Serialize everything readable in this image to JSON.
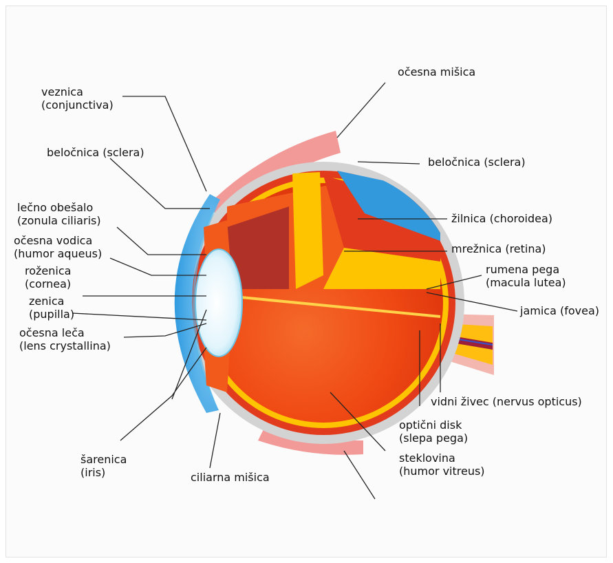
{
  "labels": {
    "conjunctiva": [
      "veznica",
      "(conjunctiva)"
    ],
    "sclera_left": [
      "beločnica (sclera)"
    ],
    "zonula": [
      "lečno obešalo",
      "(zonula ciliaris)"
    ],
    "aqueous": [
      "očesna vodica",
      "(humor aqueus)"
    ],
    "cornea": [
      "roženica",
      "(cornea)"
    ],
    "pupil": [
      "zenica",
      "(pupilla)"
    ],
    "lens": [
      "očesna leča",
      "(lens crystallina)"
    ],
    "iris": [
      "šarenica",
      "(iris)"
    ],
    "ciliary_muscle": [
      "ciliarna mišica"
    ],
    "eye_muscle": [
      "očesna mišica"
    ],
    "sclera_right": [
      "beločnica (sclera)"
    ],
    "choroid": [
      "žilnica (choroidea)"
    ],
    "retina": [
      "mrežnica (retina)"
    ],
    "macula": [
      "rumena pega",
      "(macula lutea)"
    ],
    "fovea": [
      "jamica (fovea)"
    ],
    "optic_nerve": [
      "vidni živec (nervus opticus)"
    ],
    "optic_disc": [
      "optični disk",
      "(slepa pega)"
    ],
    "vitreous": [
      "steklovina",
      "(humor vitreus)"
    ]
  },
  "colors": {
    "sclera": "#d3d3d3",
    "muscle": "#f29a98",
    "choroid": "#e23a1c",
    "retina": "#ffc400",
    "vitreous": "#f04a14",
    "cornea": "#4aaee8",
    "lens": "#dff3fb",
    "blue_vessel": "#3399dd",
    "nerve": "#ffb400"
  }
}
